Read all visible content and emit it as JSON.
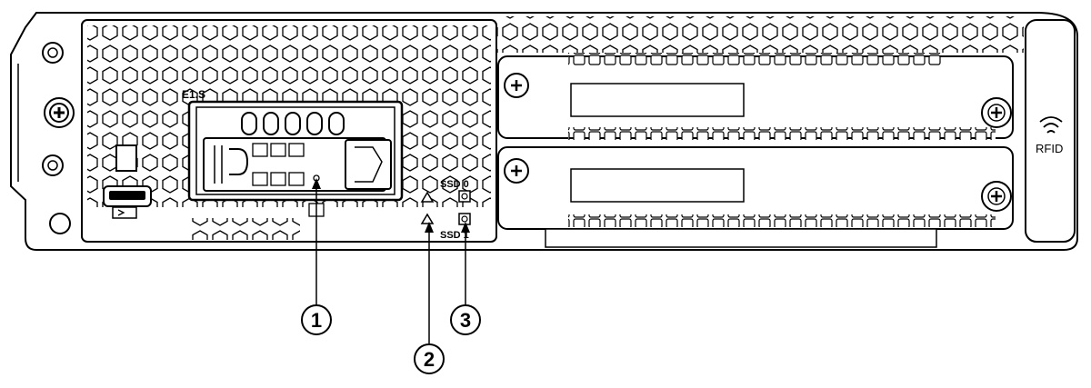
{
  "labels": {
    "e1s": "E1.S",
    "ssd0": "SSD 0",
    "ssd1": "SSD 1",
    "rfid": "RFID"
  },
  "callouts": [
    {
      "number": "1"
    },
    {
      "number": "2"
    },
    {
      "number": "3"
    }
  ],
  "colors": {
    "line": "#000000",
    "background": "#ffffff",
    "panel_fill": "#f4f4f4"
  }
}
